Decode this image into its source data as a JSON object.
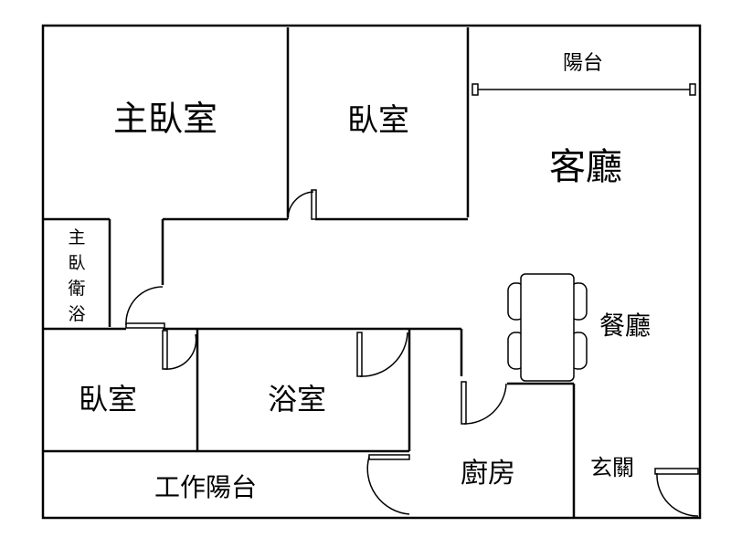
{
  "rooms": {
    "master_bedroom": "主臥室",
    "bedroom_top": "臥室",
    "balcony": "陽台",
    "living_room": "客廳",
    "master_bath": [
      "主",
      "臥",
      "衛",
      "浴"
    ],
    "dining_room": "餐廳",
    "bedroom_bottom": "臥室",
    "bathroom": "浴室",
    "kitchen": "廚房",
    "entrance": "玄關",
    "utility_balcony": "工作陽台"
  },
  "colors": {
    "line": "#000000",
    "background": "#ffffff"
  }
}
